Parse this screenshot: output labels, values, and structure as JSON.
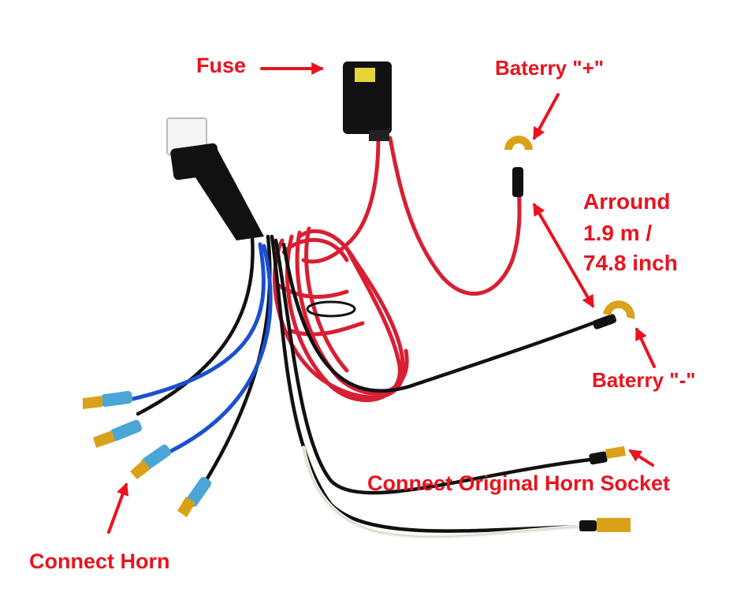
{
  "colors": {
    "label": "#e8131f",
    "arrow": "#e8131f",
    "wire_red": "#d81f33",
    "wire_black": "#111111",
    "wire_blue": "#1b4fd0",
    "wire_white": "#efefe8",
    "terminal_gold": "#d9a21a",
    "connector_blue": "#4aa6d6"
  },
  "labels": {
    "fuse": "Fuse",
    "battery_plus": "Baterry \"+\"",
    "length_line1": "Arround",
    "length_line2": "1.9 m /",
    "length_line3": "74.8 inch",
    "battery_minus": "Baterry \"-\"",
    "horn_socket": "Connect Original Horn Socket",
    "connect_horn": "Connect Horn"
  }
}
